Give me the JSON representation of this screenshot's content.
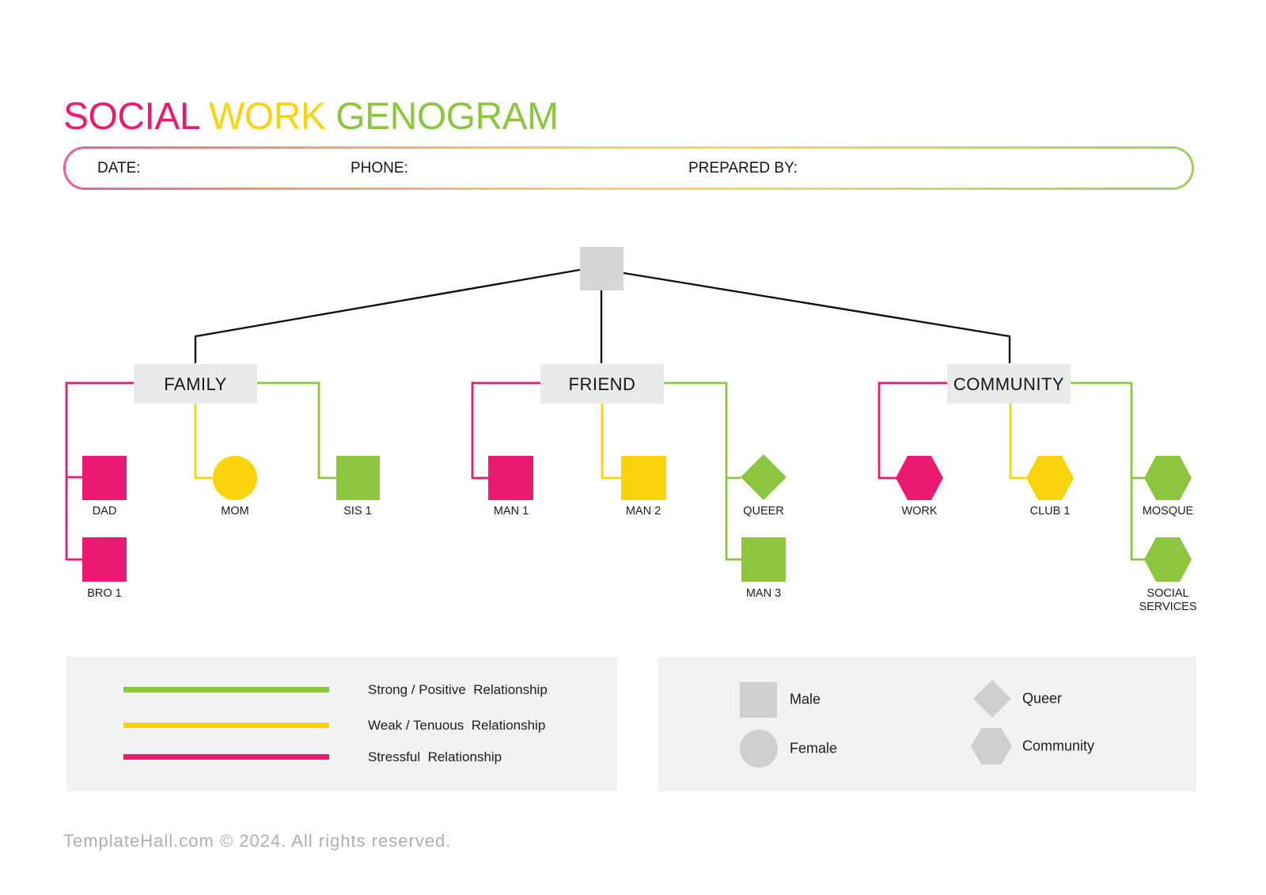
{
  "title": {
    "words": [
      {
        "text": "SOCIAL",
        "color_key": "pink"
      },
      {
        "text": "WORK",
        "color_key": "yellow"
      },
      {
        "text": "GENOGRAM",
        "color_key": "green"
      }
    ]
  },
  "header_fields": {
    "date_label": "DATE:",
    "phone_label": "PHONE:",
    "prepared_by_label": "PREPARED BY:",
    "date_value": "",
    "phone_value": "",
    "prepared_by_value": ""
  },
  "diagram": {
    "root": {
      "shape": "square",
      "label": ""
    },
    "groups": [
      {
        "label": "FAMILY",
        "children": [
          {
            "label": "DAD",
            "shape": "square",
            "color_key": "pink",
            "relationship": "stressful"
          },
          {
            "label": "MOM",
            "shape": "circle",
            "color_key": "yellow",
            "relationship": "weak-tenuous"
          },
          {
            "label": "SIS 1",
            "shape": "square",
            "color_key": "green",
            "relationship": "strong-positive"
          },
          {
            "label": "BRO 1",
            "shape": "square",
            "color_key": "pink",
            "relationship": "stressful"
          }
        ]
      },
      {
        "label": "FRIEND",
        "children": [
          {
            "label": "MAN 1",
            "shape": "square",
            "color_key": "pink",
            "relationship": "stressful"
          },
          {
            "label": "MAN 2",
            "shape": "square",
            "color_key": "yellow",
            "relationship": "weak-tenuous"
          },
          {
            "label": "QUEER",
            "shape": "diamond",
            "color_key": "green",
            "relationship": "strong-positive"
          },
          {
            "label": "MAN 3",
            "shape": "square",
            "color_key": "green",
            "relationship": "strong-positive"
          }
        ]
      },
      {
        "label": "COMMUNITY",
        "children": [
          {
            "label": "WORK",
            "shape": "hexagon",
            "color_key": "pink",
            "relationship": "stressful"
          },
          {
            "label": "CLUB 1",
            "shape": "hexagon",
            "color_key": "yellow",
            "relationship": "weak-tenuous"
          },
          {
            "label": "MOSQUE",
            "shape": "hexagon",
            "color_key": "green",
            "relationship": "strong-positive"
          },
          {
            "label": "SOCIAL SERVICES",
            "label_lines": [
              "SOCIAL",
              "SERVICES"
            ],
            "shape": "hexagon",
            "color_key": "green",
            "relationship": "strong-positive"
          }
        ]
      }
    ]
  },
  "legend_relationships": {
    "items": [
      {
        "label": "Strong / Positive  Relationship",
        "color_key": "green"
      },
      {
        "label": "Weak / Tenuous  Relationship",
        "color_key": "yellow"
      },
      {
        "label": "Stressful  Relationship",
        "color_key": "pink"
      }
    ]
  },
  "legend_shapes": {
    "items": [
      {
        "shape": "square",
        "label": "Male"
      },
      {
        "shape": "circle",
        "label": "Female"
      },
      {
        "shape": "diamond",
        "label": "Queer"
      },
      {
        "shape": "hexagon",
        "label": "Community"
      }
    ]
  },
  "footer": {
    "text": "TemplateHall.com © 2024. All rights reserved."
  },
  "colors": {
    "pink": "#EC1970",
    "yellow": "#FBD30B",
    "green": "#8CC63F",
    "connector_black": "#111111",
    "node_gray": "#D5D6D7",
    "category_box_gray": "#E9EAEB",
    "panel_gray": "#F2F2F3",
    "legend_shape_gray": "#CDCFD1",
    "footer_gray": "#AFAFAF"
  }
}
